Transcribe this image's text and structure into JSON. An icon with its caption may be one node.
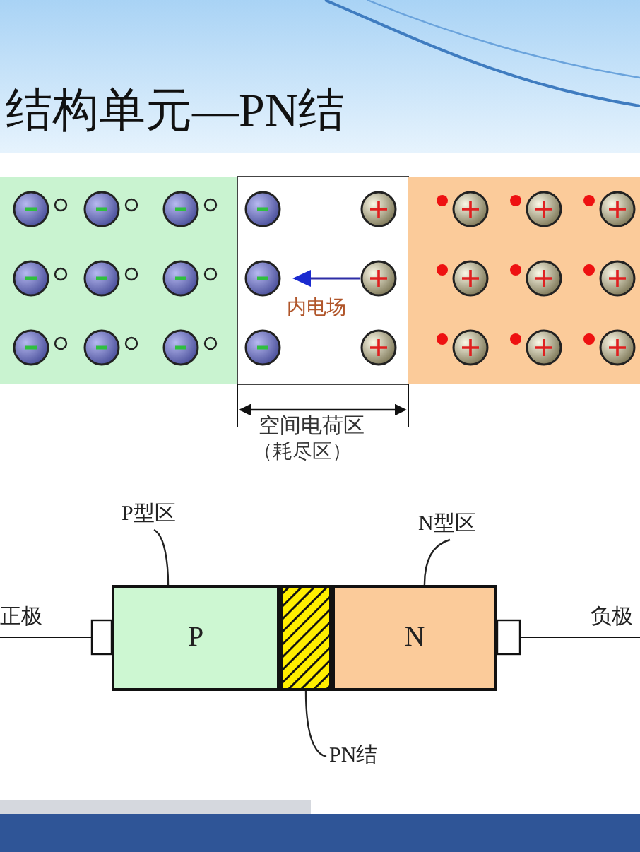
{
  "diagram": {
    "title": "结构单元—PN结",
    "nodes": [
      {
        "text": [
          "P"
        ]
      },
      {
        "text": [],
        "shape": "box"
      },
      {
        "text": [
          "N"
        ]
      },
      {
        "text": [
          "P型区"
        ]
      },
      {
        "text": [
          "N型区"
        ]
      },
      {
        "text": [
          "PN结"
        ]
      }
    ],
    "edges": [
      {
        "from": 3,
        "to": 0,
        "arrow": "none"
      },
      {
        "from": 4,
        "to": 2,
        "arrow": "none"
      },
      {
        "from": 5,
        "to": 1,
        "arrow": "none"
      }
    ],
    "labels": [
      "内电场",
      "空间电荷区",
      "（耗尽区）",
      "正极",
      "负极"
    ]
  }
}
